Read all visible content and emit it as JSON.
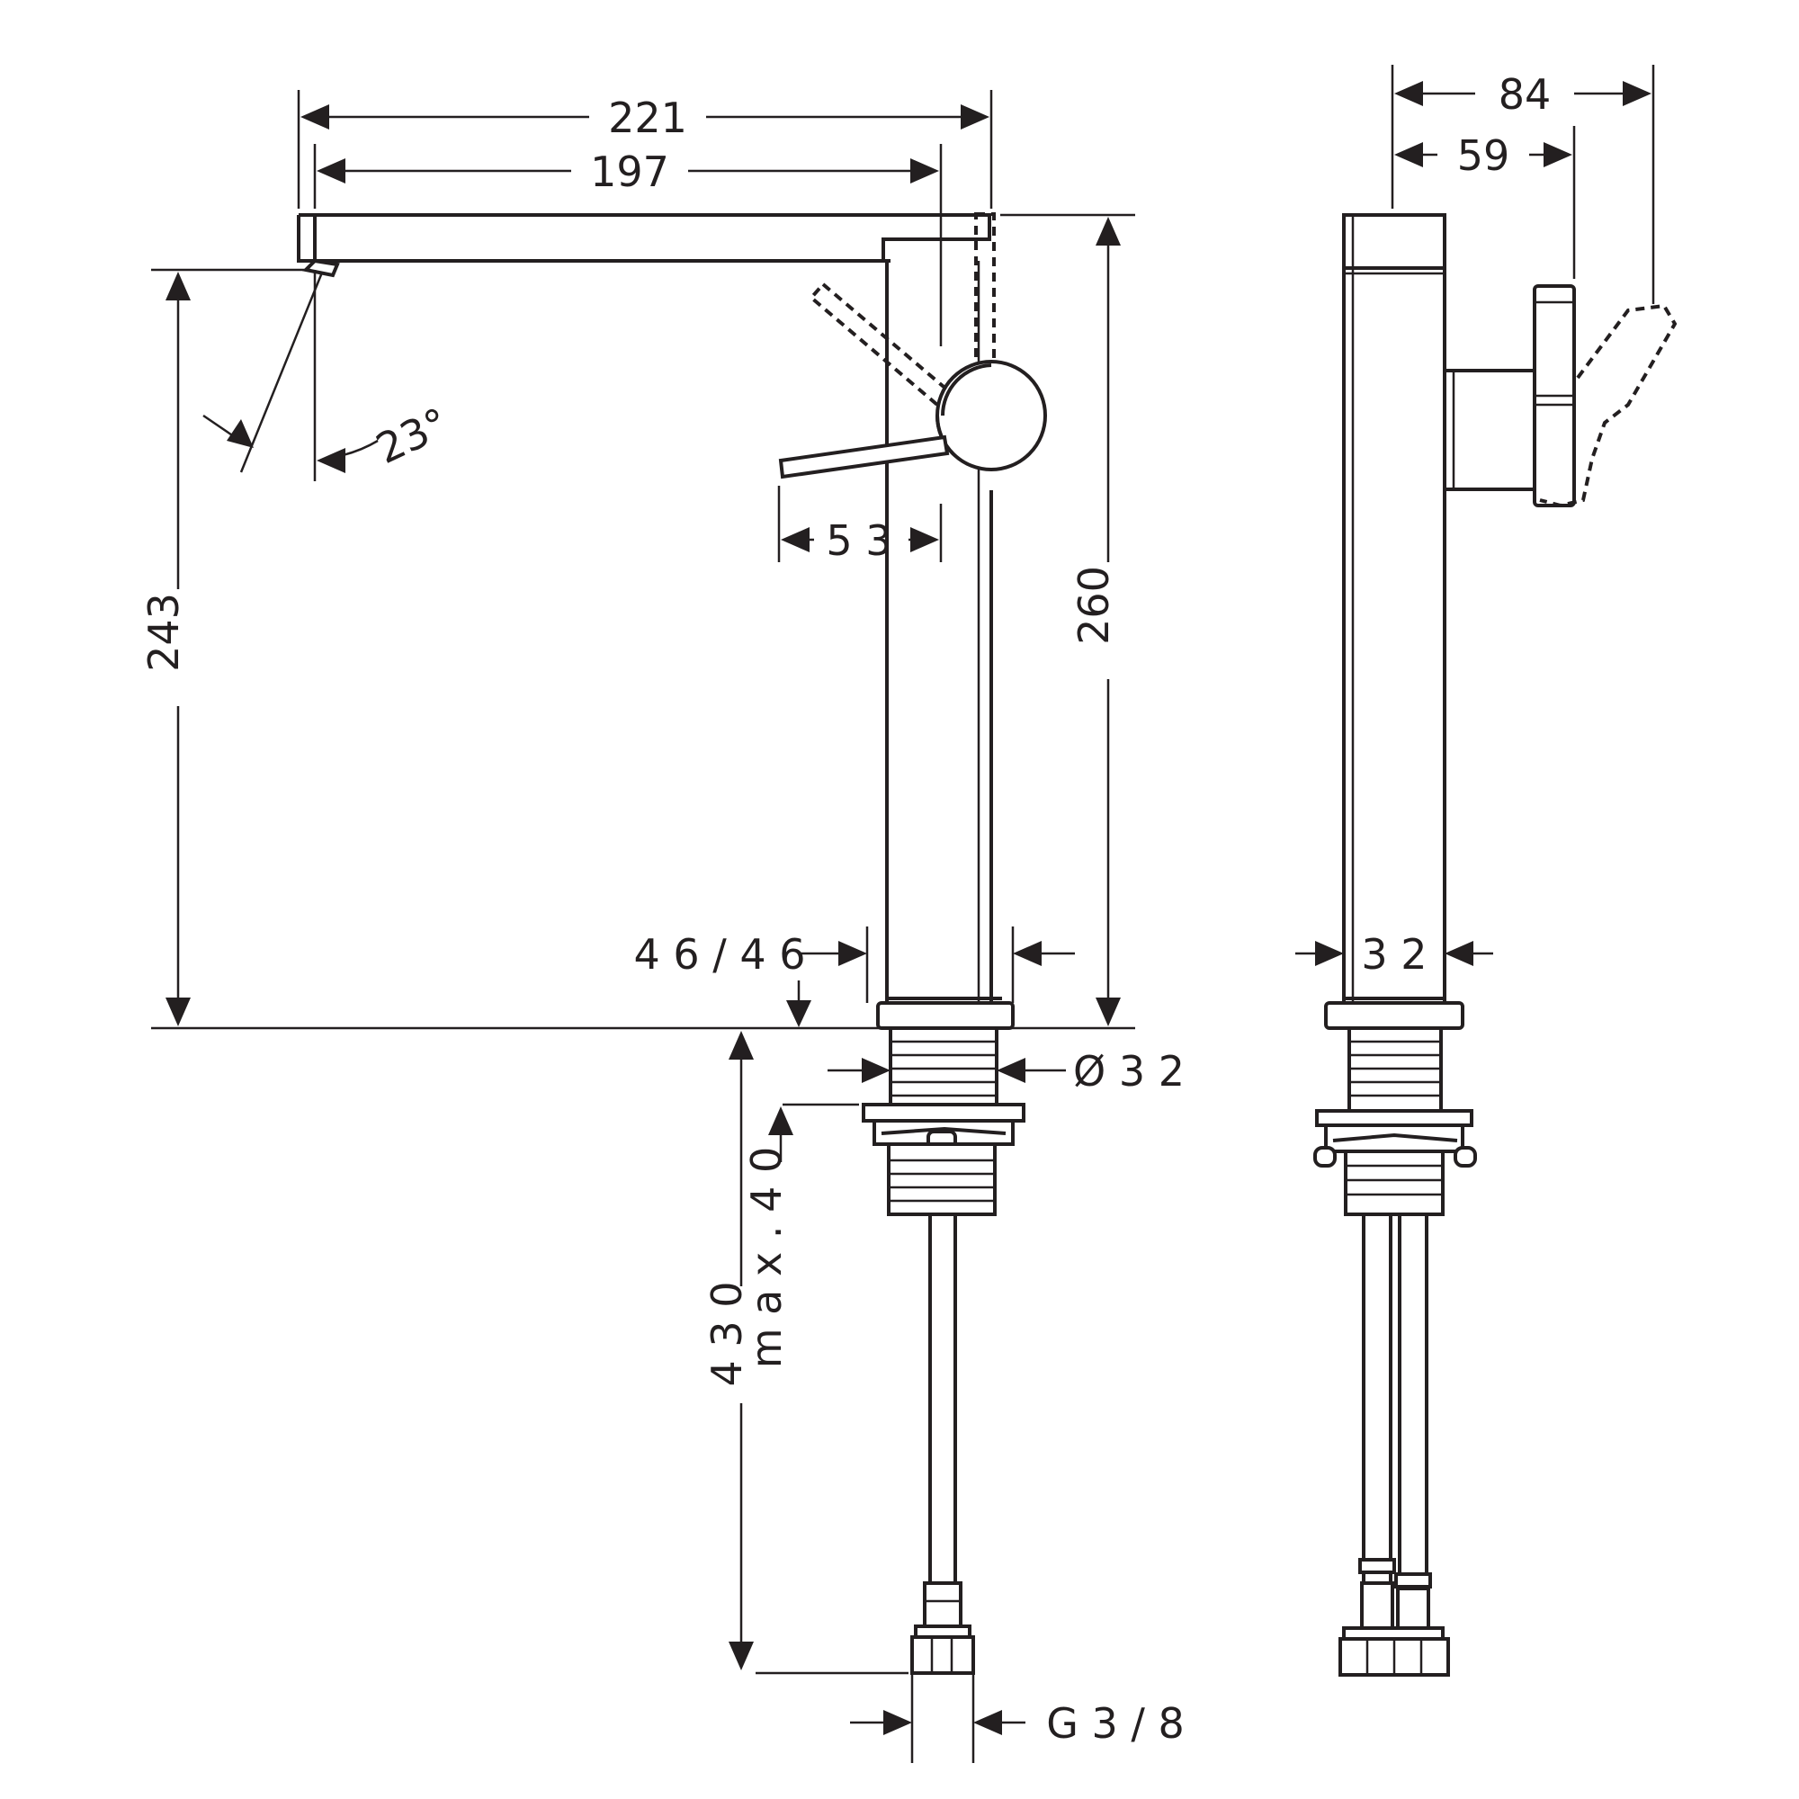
{
  "labels": {
    "d221": "221",
    "d197": "197",
    "d23": "23°",
    "d53": "5 3",
    "d243": "243",
    "d260": "260",
    "d4646": "4 6 / 4 6",
    "d32dia": "Ø 3 2",
    "d430": "4 3 0",
    "dmax40": "m a x .  4 0",
    "dG38": "G  3 / 8",
    "d84": "84",
    "d59": "59",
    "d32side": "3 2"
  },
  "colors": {
    "line": "#231f20",
    "background": "#ffffff"
  }
}
